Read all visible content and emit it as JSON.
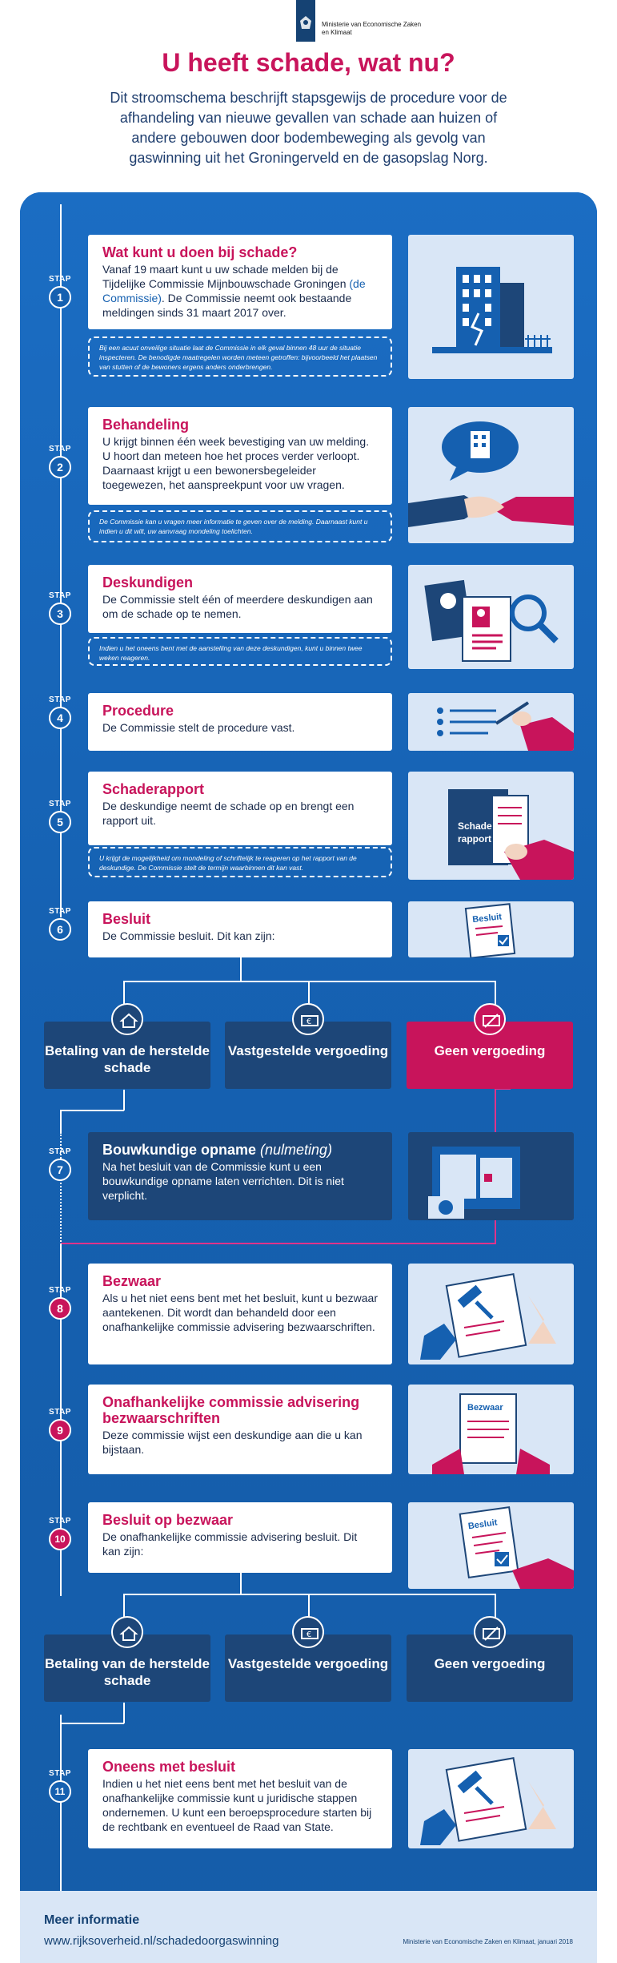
{
  "header": {
    "ministry_line1": "Ministerie van Economische Zaken",
    "ministry_line2": "en Klimaat",
    "title": "U heeft schade, wat nu?",
    "intro": "Dit stroomschema beschrijft stapsgewijs de procedure voor de afhandeling van nieuwe gevallen van schade aan huizen of andere gebouwen door bodembeweging als gevolg van gaswinning uit het Groningerveld en de gasopslag Norg."
  },
  "stap_label": "STAP",
  "steps": [
    {
      "number": "1",
      "title": "Wat kunt u doen bij schade?",
      "text_a": "Vanaf 19 maart kunt u uw schade melden bij de Tijdelijke Commissie Mijnbouwschade Groningen",
      "link": "(de Commissie)",
      "text_b": ". De Commissie neemt ook bestaande meldingen sinds 31 maart 2017 over.",
      "note": "Bij een acuut onveilige situatie laat de Commissie in elk geval binnen 48 uur de situatie inspecteren. De benodigde maatregelen worden meteen getroffen: bijvoorbeeld het plaatsen van stutten of de bewoners ergens anders onderbrengen."
    },
    {
      "number": "2",
      "title": "Behandeling",
      "text": "U krijgt binnen één week bevestiging van uw melding. U hoort dan meteen hoe het proces verder verloopt. Daarnaast krijgt u een bewonersbegeleider toegewezen, het aanspreekpunt voor uw vragen.",
      "note": "De Commissie kan u vragen meer informatie te geven over de melding. Daarnaast kunt u indien u dit wilt, uw aanvraag mondeling toelichten."
    },
    {
      "number": "3",
      "title": "Deskundigen",
      "text": "De Commissie stelt één of meerdere deskundigen aan om de schade op te nemen.",
      "note": "Indien u het oneens bent met de aanstelling van deze deskundigen, kunt u binnen twee weken reageren."
    },
    {
      "number": "4",
      "title": "Procedure",
      "text": "De Commissie stelt de procedure vast."
    },
    {
      "number": "5",
      "title": "Schaderapport",
      "text": "De deskundige neemt de schade op en brengt een rapport uit.",
      "note": "U krijgt de mogelijkheid om mondeling of schriftelijk te reageren op het rapport van de deskundige. De Commissie stelt de termijn waarbinnen dit kan vast."
    },
    {
      "number": "6",
      "title": "Besluit",
      "text": "De Commissie besluit. Dit kan zijn:"
    },
    {
      "number": "7",
      "title": "Bouwkundige opname",
      "title_extra": "(nulmeting)",
      "text": "Na het besluit van de Commissie kunt u een bouwkundige opname laten verrichten. Dit is niet verplicht."
    },
    {
      "number": "8",
      "title": "Bezwaar",
      "text": "Als u het niet eens bent met het besluit, kunt u bezwaar aantekenen. Dit wordt dan behandeld door een onafhankelijke commissie advisering bezwaarschriften."
    },
    {
      "number": "9",
      "title": "Onafhankelijke commissie advisering bezwaarschriften",
      "text": "Deze commissie wijst een deskundige aan die u kan bijstaan."
    },
    {
      "number": "10",
      "title": "Besluit op bezwaar",
      "text": "De onafhankelijke commissie advisering besluit. Dit kan zijn:"
    },
    {
      "number": "11",
      "title": "Oneens met besluit",
      "text": "Indien u het niet eens bent met het besluit van de onafhankelijke commissie kunt u juridische stappen ondernemen. U kunt een beroepsprocedure starten bij de rechtbank en eventueel de Raad van State."
    }
  ],
  "outcomes_1": [
    {
      "label": "Betaling van de herstelde schade",
      "icon": "house-icon"
    },
    {
      "label": "Vastgestelde vergoeding",
      "icon": "money-icon"
    },
    {
      "label": "Geen vergoeding",
      "icon": "no-payment-icon"
    }
  ],
  "outcomes_2": [
    {
      "label": "Betaling van de herstelde schade",
      "icon": "house-icon"
    },
    {
      "label": "Vastgestelde vergoeding",
      "icon": "money-icon"
    },
    {
      "label": "Geen vergoeding",
      "icon": "no-payment-icon"
    }
  ],
  "illustrations": {
    "rapport_label_1": "Schade",
    "rapport_label_2": "rapport",
    "besluit_label": "Besluit",
    "bezwaar_label": "Bezwaar"
  },
  "footer": {
    "title": "Meer informatie",
    "url": "www.rijksoverheid.nl/schadedoorgaswinning",
    "credit": "Ministerie van Economische Zaken en Klimaat, januari 2018"
  },
  "colors": {
    "accent": "#c8145b",
    "primary_blue": "#1560b0",
    "dark_blue": "#1d4678",
    "light_blue": "#d9e6f6"
  }
}
